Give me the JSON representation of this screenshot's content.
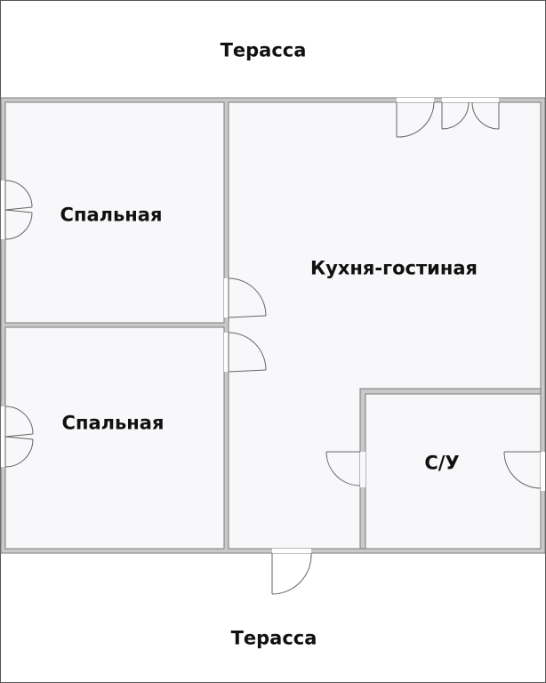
{
  "rooms": {
    "terrace_top": "Терасса",
    "bedroom_top": "Спальная",
    "kitchen_living": "Кухня-гостиная",
    "bedroom_bottom": "Спальная",
    "bathroom": "С/У",
    "terrace_bottom": "Терасса"
  },
  "colors": {
    "wall_fill": "#c9c9c9",
    "wall_stroke": "#7a7a7a",
    "floor": "#f8f7f9",
    "outline": "#555555",
    "door": "#666666"
  }
}
